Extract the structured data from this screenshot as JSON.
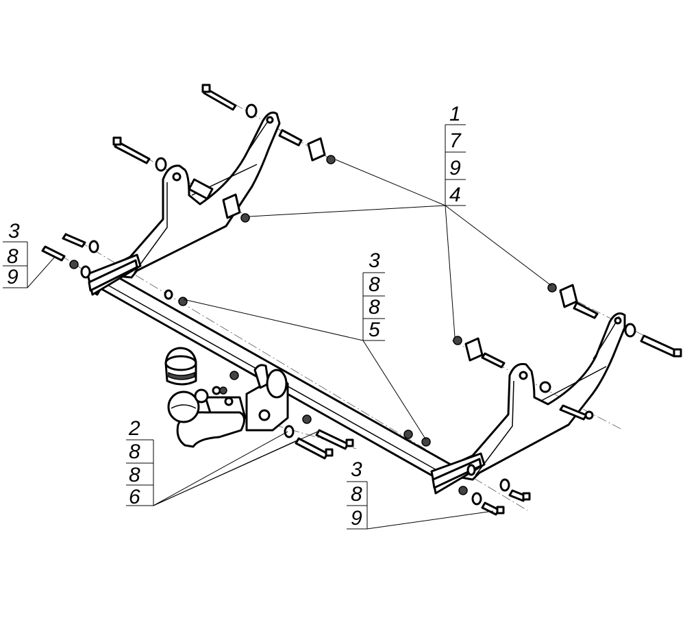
{
  "callouts": [
    {
      "id": "top-right",
      "rows": [
        "1",
        "7",
        "9",
        "4"
      ]
    },
    {
      "id": "left",
      "rows": [
        "3",
        "8",
        "9"
      ]
    },
    {
      "id": "center",
      "rows": [
        "3",
        "8",
        "8",
        "5"
      ]
    },
    {
      "id": "bottom-left",
      "rows": [
        "2",
        "8",
        "8",
        "6"
      ]
    },
    {
      "id": "bottom-center",
      "rows": [
        "3",
        "8",
        "9"
      ]
    }
  ]
}
